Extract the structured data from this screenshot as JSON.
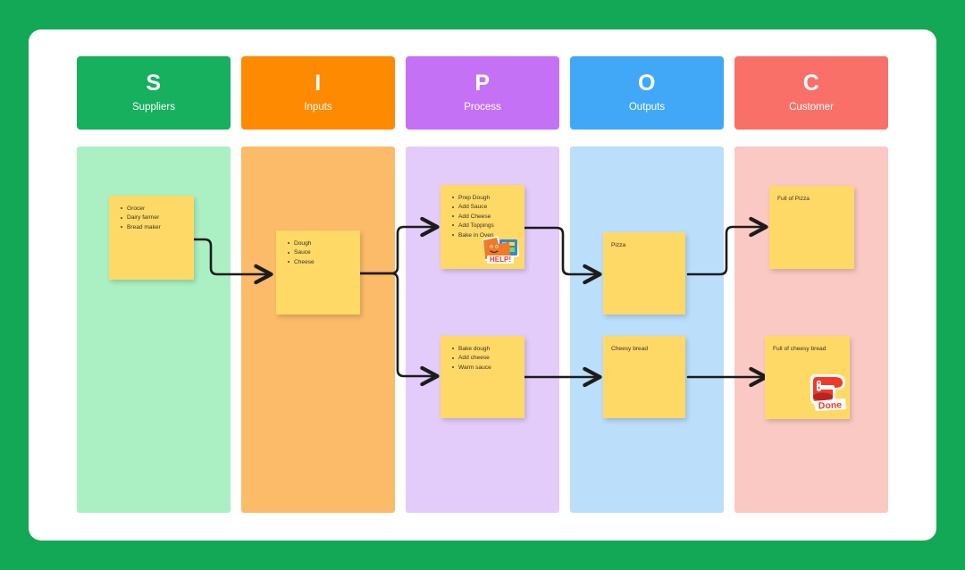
{
  "frame": {
    "background_color": "#13a855",
    "card_color": "#ffffff"
  },
  "diagram": {
    "type": "sipoc",
    "columns": [
      {
        "letter": "S",
        "word": "Suppliers",
        "header_color": "#16b05e",
        "band_color": "#aaf0c3"
      },
      {
        "letter": "I",
        "word": "Inputs",
        "header_color": "#fd8a00",
        "band_color": "#fcbb69"
      },
      {
        "letter": "P",
        "word": "Process",
        "header_color": "#c471f5",
        "band_color": "#e3ccfa"
      },
      {
        "letter": "O",
        "word": "Outputs",
        "header_color": "#41a8f8",
        "band_color": "#bbdefb"
      },
      {
        "letter": "C",
        "word": "Customer",
        "header_color": "#f87068",
        "band_color": "#fbc9c3"
      }
    ],
    "notes": [
      {
        "id": "suppliers-note",
        "column": "Suppliers",
        "items": [
          "Grocer",
          "Dairy farmer",
          "Bread maker"
        ]
      },
      {
        "id": "inputs-note",
        "column": "Inputs",
        "items": [
          "Dough",
          "Sauce",
          "Cheese"
        ]
      },
      {
        "id": "process-pizza-note",
        "column": "Process",
        "items": [
          "Prep Dough",
          "Add Sauce",
          "Add Cheese",
          "Add Toppings",
          "Bake in Oven"
        ]
      },
      {
        "id": "process-bread-note",
        "column": "Process",
        "items": [
          "Bake dough",
          "Add cheese",
          "Warm sauce"
        ]
      },
      {
        "id": "outputs-pizza-note",
        "column": "Outputs",
        "text": "Pizza"
      },
      {
        "id": "outputs-bread-note",
        "column": "Outputs",
        "text": "Cheesy bread"
      },
      {
        "id": "customer-pizza-note",
        "column": "Customer",
        "text": "Full of Pizza"
      },
      {
        "id": "customer-bread-note",
        "column": "Customer",
        "text": "Full of cheesy bread"
      }
    ],
    "stickers": [
      {
        "id": "help-sticker",
        "label": "HELP!",
        "on_note": "process-pizza-note",
        "colors": {
          "primary": "#f07a25",
          "secondary": "#2f8ad4",
          "outline": "#ffffff"
        }
      },
      {
        "id": "done-sticker",
        "label": "Done",
        "on_note": "customer-bread-note",
        "colors": {
          "primary": "#f0392b",
          "secondary": "#ffffff",
          "shadow": "#b8251c"
        }
      }
    ],
    "connector_color": "#1c1c1c"
  }
}
